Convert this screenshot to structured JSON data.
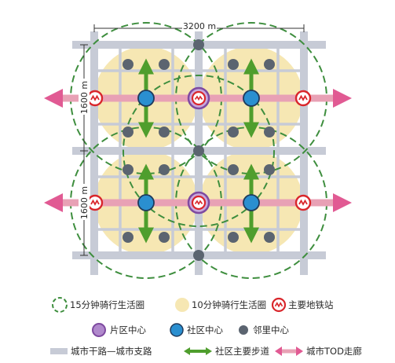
{
  "dimensions": {
    "width_label": "3200 m",
    "height_label_top": "1600 m",
    "height_label_bottom": "1600 m"
  },
  "legend": {
    "circle15_label": "15分钟骑行生活圈",
    "circle10_label": "10分钟骑行生活圈",
    "metro_label": "主要地铁站",
    "district_center_label": "片区中心",
    "community_center_label": "社区中心",
    "neighborhood_center_label": "邻里中心",
    "roads_label": "城市干路—城市支路",
    "walkway_label": "社区主要步道",
    "tod_label": "城市TOD走廊"
  },
  "colors": {
    "circle10_fill": "#f6e7b3",
    "circle15_stroke": "#3e8e3e",
    "metro_red": "#d9262b",
    "district_purple": "#7e4aa0",
    "community_blue": "#2a8fd0",
    "neighborhood_gray": "#5b6470",
    "road_gray": "#c7cbd6",
    "walkway_green": "#4f9e2d",
    "tod_pink": "#e15a93"
  },
  "icons": {
    "metro": "metro-station-icon",
    "district_center": "district-center-icon",
    "community_center": "community-center-icon",
    "neighborhood_center": "neighborhood-center-icon"
  }
}
